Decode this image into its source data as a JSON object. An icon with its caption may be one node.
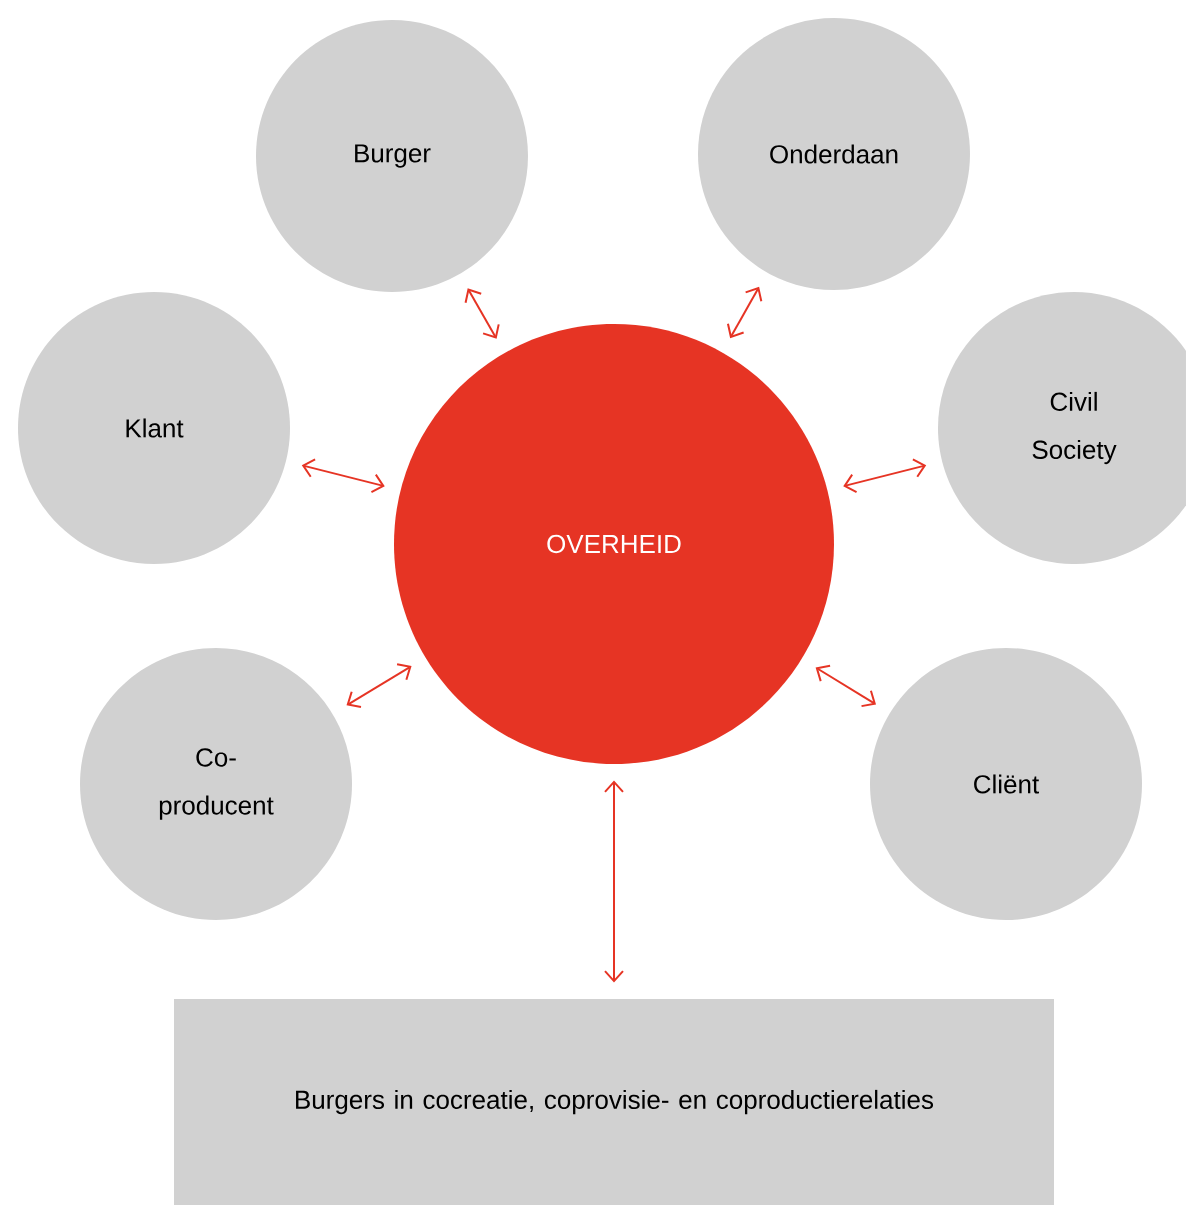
{
  "diagram": {
    "nodes": [
      {
        "text": [
          "OVERHEID"
        ]
      },
      {
        "text": [
          "Burger"
        ]
      },
      {
        "text": [
          "Onderdaan"
        ]
      },
      {
        "text": [
          "Klant"
        ]
      },
      {
        "text": [
          "Civil Society"
        ]
      },
      {
        "text": [
          "Co- producent"
        ]
      },
      {
        "text": [
          "Cliënt"
        ]
      },
      {
        "text": [
          "Burgers in cocreatie, coprovisie- en coproductierelaties"
        ]
      }
    ],
    "edges": [
      {
        "from": 0,
        "to": 1,
        "arrow": "both"
      },
      {
        "from": 0,
        "to": 2,
        "arrow": "both"
      },
      {
        "from": 0,
        "to": 3,
        "arrow": "both"
      },
      {
        "from": 0,
        "to": 4,
        "arrow": "both"
      },
      {
        "from": 0,
        "to": 5,
        "arrow": "both"
      },
      {
        "from": 0,
        "to": 6,
        "arrow": "both"
      },
      {
        "from": 0,
        "to": 7,
        "arrow": "both"
      }
    ]
  }
}
